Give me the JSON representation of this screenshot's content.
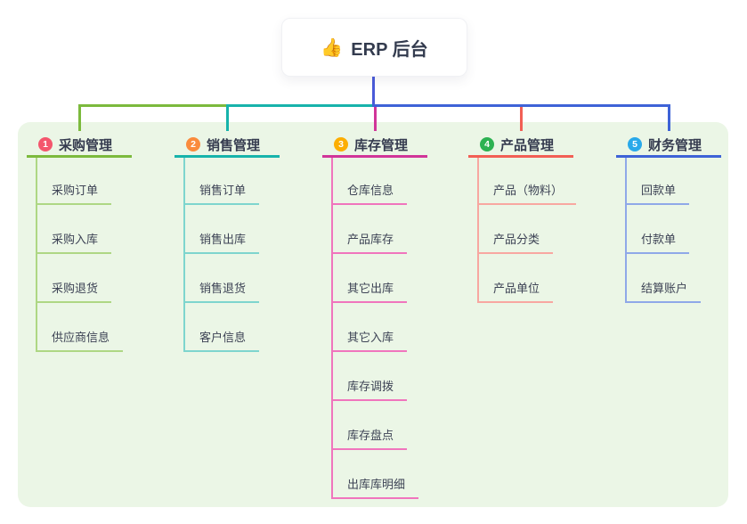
{
  "root": {
    "icon": "👍",
    "title": "ERP 后台"
  },
  "branches": [
    {
      "num": "1",
      "label": "采购管理",
      "badge_color": "#f4566d",
      "line_color": "#7cba3d",
      "light_color": "#aed784",
      "children": [
        "采购订单",
        "采购入库",
        "采购退货",
        "供应商信息"
      ]
    },
    {
      "num": "2",
      "label": "销售管理",
      "badge_color": "#fa8b3d",
      "line_color": "#17b3ab",
      "light_color": "#7ed5ce",
      "children": [
        "销售订单",
        "销售出库",
        "销售退货",
        "客户信息"
      ]
    },
    {
      "num": "3",
      "label": "库存管理",
      "badge_color": "#fcae02",
      "line_color": "#d13599",
      "light_color": "#f075bd",
      "children": [
        "仓库信息",
        "产品库存",
        "其它出库",
        "其它入库",
        "库存调拨",
        "库存盘点",
        "出库库明细"
      ]
    },
    {
      "num": "4",
      "label": "产品管理",
      "badge_color": "#2db252",
      "line_color": "#f25f55",
      "light_color": "#f8a7a1",
      "children": [
        "产品（物料）",
        "产品分类",
        "产品单位"
      ]
    },
    {
      "num": "5",
      "label": "财务管理",
      "badge_color": "#29a9ea",
      "line_color": "#3e63d7",
      "light_color": "#8fa8e8",
      "children": [
        "回款单",
        "付款单",
        "结算账户"
      ]
    }
  ],
  "colors": {
    "root_line": "#4a5bd9",
    "panel_bg": "#ebf6e6",
    "text": "#3d4355",
    "title_text": "#353b4f"
  }
}
